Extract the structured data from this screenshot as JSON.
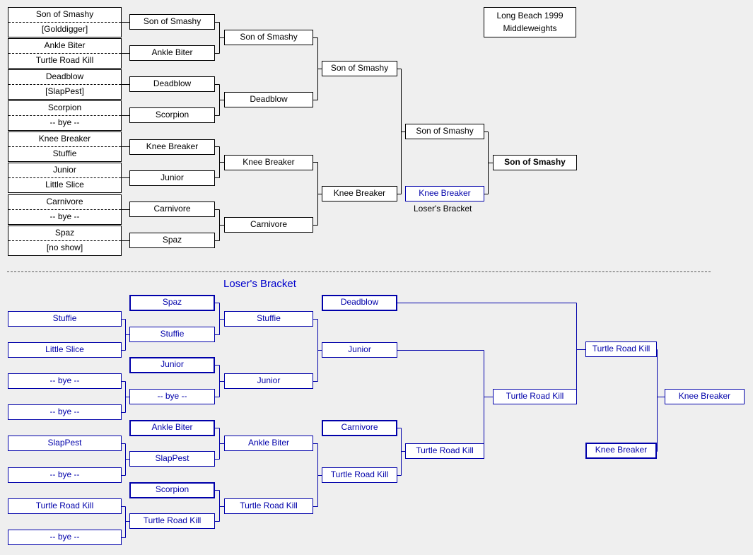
{
  "tournament": {
    "title_line1": "Long Beach 1999",
    "title_line2": "Middleweights"
  },
  "winners_bracket": {
    "round1_pairs": [
      [
        "Son of Smashy",
        "[Golddigger]"
      ],
      [
        "Ankle Biter",
        "Turtle Road Kill"
      ],
      [
        "Deadblow",
        "[SlapPest]"
      ],
      [
        "Scorpion",
        "-- bye --"
      ],
      [
        "Knee Breaker",
        "Stuffie"
      ],
      [
        "Junior",
        "Little Slice"
      ],
      [
        "Carnivore",
        "-- bye --"
      ],
      [
        "Spaz",
        "[no show]"
      ]
    ],
    "round2": [
      "Son of Smashy",
      "Ankle Biter",
      "Deadblow",
      "Scorpion",
      "Knee Breaker",
      "Junior",
      "Carnivore",
      "Spaz"
    ],
    "round3": [
      "Son of Smashy",
      "Deadblow",
      "Knee Breaker",
      "Carnivore"
    ],
    "round4": [
      "Son of Smashy",
      "Knee Breaker"
    ],
    "final": [
      "Son of Smashy",
      "Knee Breaker"
    ],
    "final_caption": "Loser's Bracket",
    "champion": "Son of Smashy"
  },
  "losers_bracket": {
    "title": "Loser's Bracket",
    "col1": [
      "Stuffie",
      "Little Slice",
      "-- bye --",
      "-- bye --",
      "SlapPest",
      "-- bye --",
      "Turtle Road Kill",
      "-- bye --"
    ],
    "col2_dropins": [
      "Spaz",
      "Junior",
      "Ankle Biter",
      "Scorpion"
    ],
    "col2_winners": [
      "Stuffie",
      "-- bye --",
      "SlapPest",
      "Turtle Road Kill"
    ],
    "col3": [
      "Stuffie",
      "Junior",
      "Ankle Biter",
      "Turtle Road Kill"
    ],
    "col4_dropins": [
      "Deadblow",
      "Carnivore"
    ],
    "col4_winners": [
      "Junior",
      "Turtle Road Kill"
    ],
    "col5": "Turtle Road Kill",
    "col6": "Turtle Road Kill",
    "col7": "Turtle Road Kill",
    "col7_dropin": "Knee Breaker",
    "winner": "Knee Breaker"
  }
}
